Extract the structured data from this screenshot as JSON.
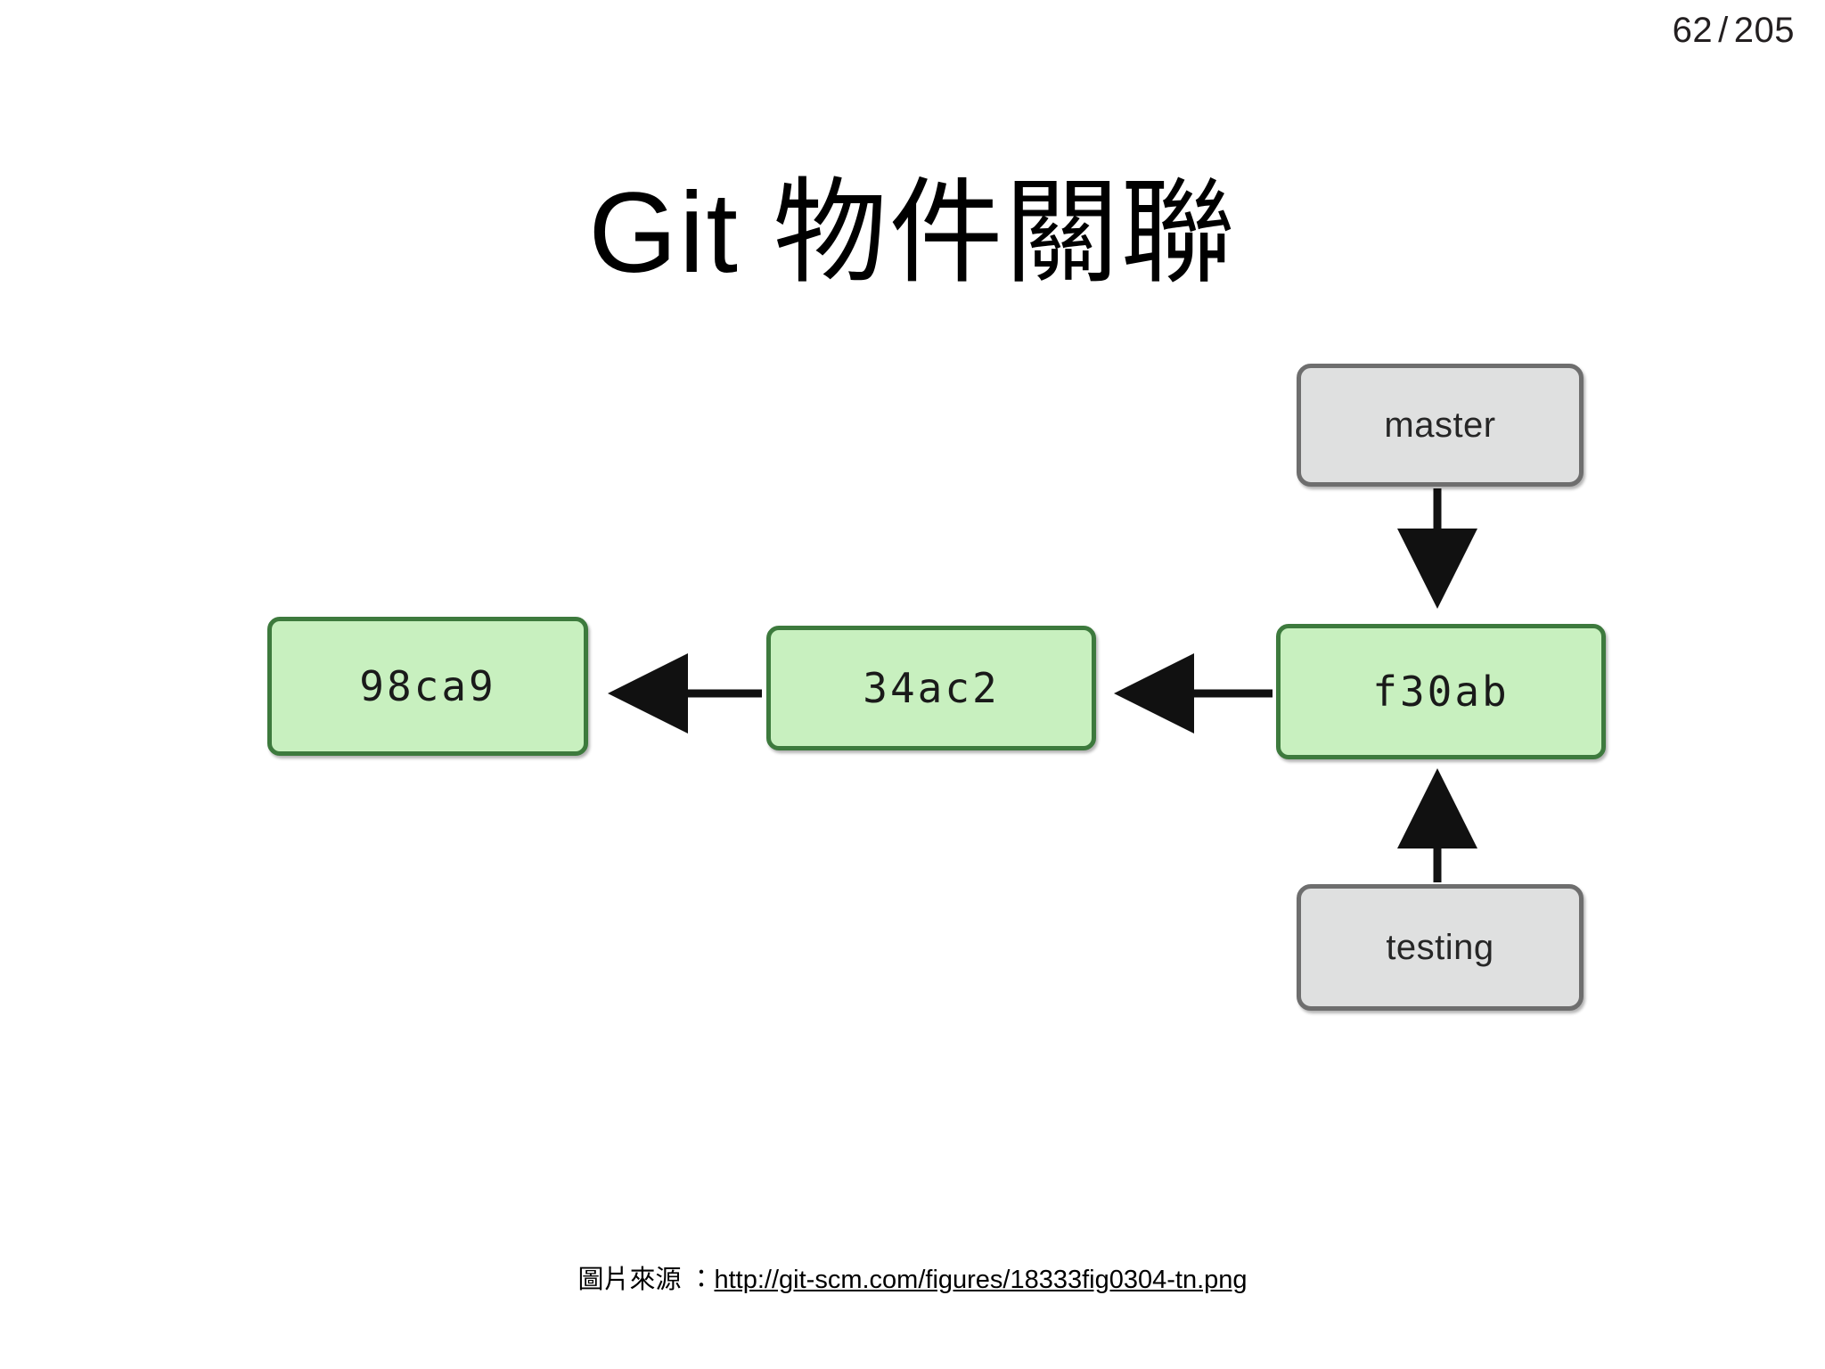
{
  "slide": {
    "title": "Git 物件關聯",
    "page": {
      "current": "62",
      "separator": "/",
      "total": "205"
    }
  },
  "diagram": {
    "type": "git-object-graph",
    "commits": [
      {
        "id": "98ca9",
        "label": "98ca9"
      },
      {
        "id": "34ac2",
        "label": "34ac2"
      },
      {
        "id": "f30ab",
        "label": "f30ab"
      }
    ],
    "branches": [
      {
        "id": "master",
        "label": "master"
      },
      {
        "id": "testing",
        "label": "testing"
      }
    ],
    "edges": [
      {
        "from": "34ac2",
        "to": "98ca9",
        "direction": "left"
      },
      {
        "from": "f30ab",
        "to": "34ac2",
        "direction": "left"
      },
      {
        "from": "master",
        "to": "f30ab",
        "direction": "down"
      },
      {
        "from": "testing",
        "to": "f30ab",
        "direction": "up"
      }
    ],
    "colors": {
      "commit_fill": "#c8f0bf",
      "commit_border": "#3d7a3d",
      "branch_fill": "#dfe0e0",
      "branch_border": "#6e6e6e",
      "arrow": "#111111"
    }
  },
  "attribution": {
    "label": "圖片來源 ：",
    "url": "http://git-scm.com/figures/18333fig0304-tn.png"
  }
}
